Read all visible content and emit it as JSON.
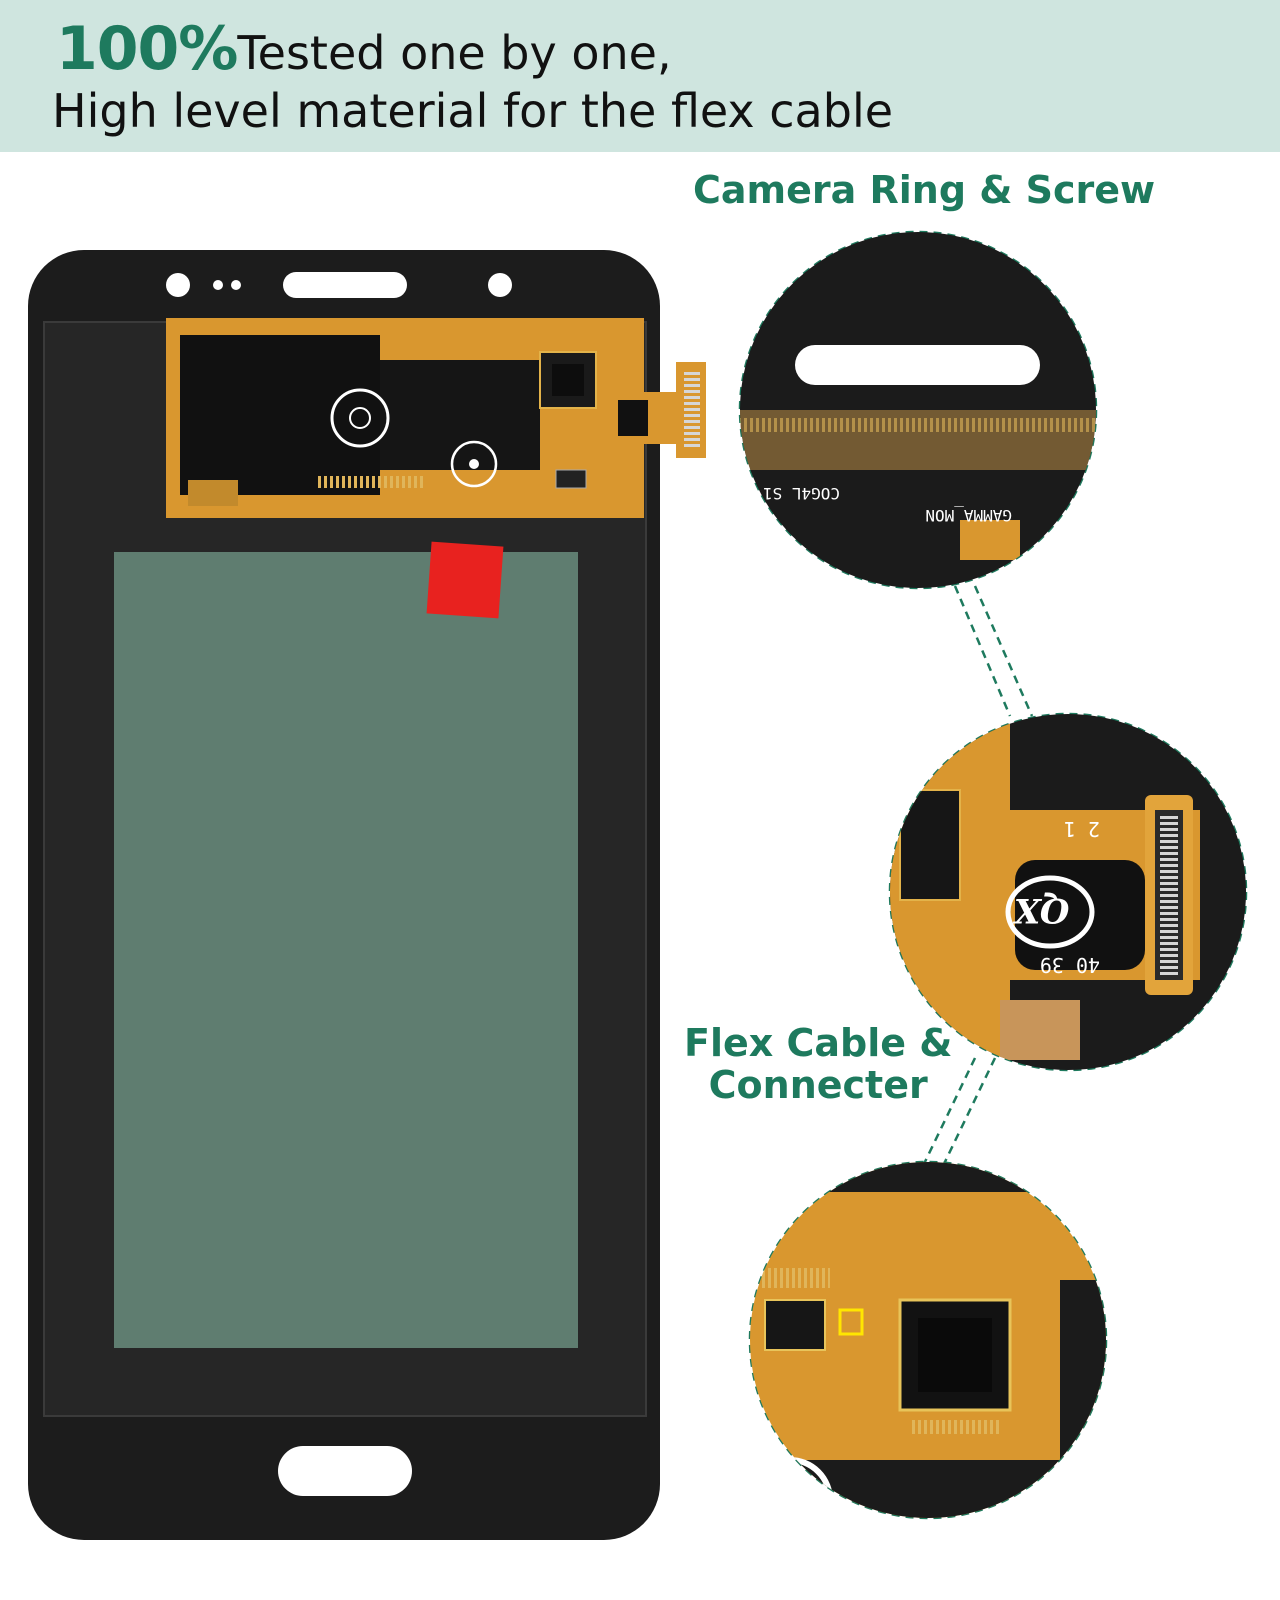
{
  "banner": {
    "highlight": "100%",
    "line1": "Tested one by one,",
    "line2": "High level material for the flex cable"
  },
  "callouts": {
    "camera": "Camera Ring & Screw",
    "flex_line1": "Flex Cable &",
    "flex_line2": "Connecter"
  },
  "colors": {
    "accent": "#1e7a5e",
    "banner_bg": "#cfe5df",
    "panel": "#1c1c1c",
    "screen": "#5f7d70",
    "flex": "#d9972f"
  },
  "icons": {
    "logo": "qx-logo-icon"
  }
}
